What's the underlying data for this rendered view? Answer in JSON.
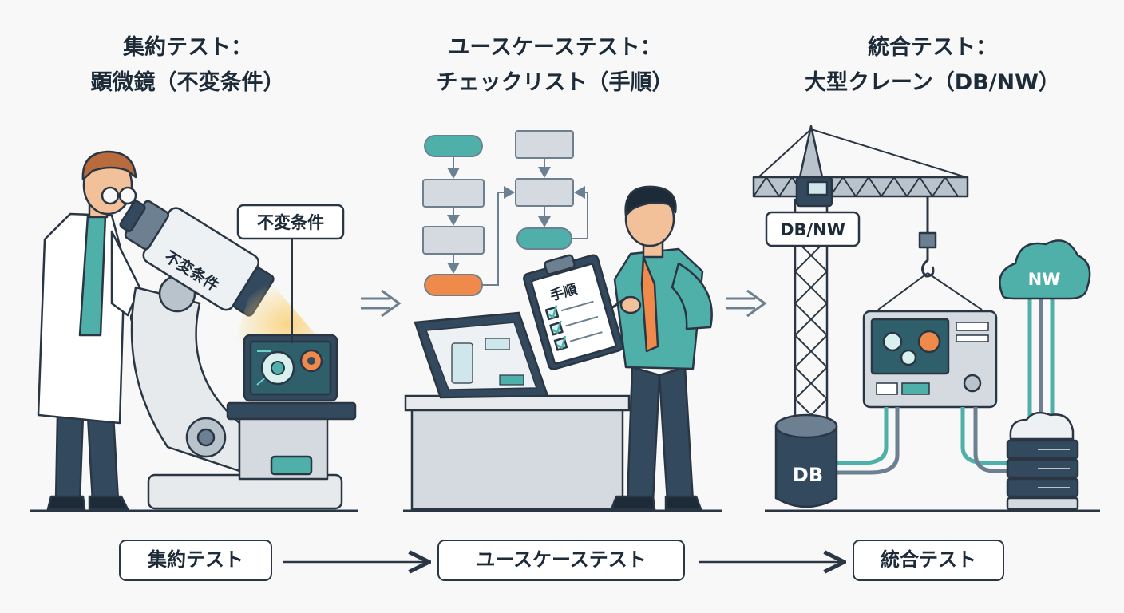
{
  "panels": [
    {
      "title_line1": "集約テスト：",
      "title_line2": "顕微鏡（不変条件）"
    },
    {
      "title_line1": "ユースケーステスト：",
      "title_line2": "チェックリスト（手順）"
    },
    {
      "title_line1": "統合テスト：",
      "title_line2": "大型クレーン（DB/NW）"
    }
  ],
  "labels": {
    "invariant_tag": "不変条件",
    "scope_text": "不変条件",
    "clipboard_title": "手順",
    "crane_tag": "DB/NW",
    "db_label": "DB",
    "cloud_label": "NW"
  },
  "flow": {
    "step1": "集約テスト",
    "step2": "ユースケーステスト",
    "step3": "統合テスト"
  },
  "colors": {
    "outline": "#2a3644",
    "teal": "#4fb0aa",
    "steel": "#6d8091",
    "orange": "#ef8a4a",
    "navy": "#33495e"
  }
}
